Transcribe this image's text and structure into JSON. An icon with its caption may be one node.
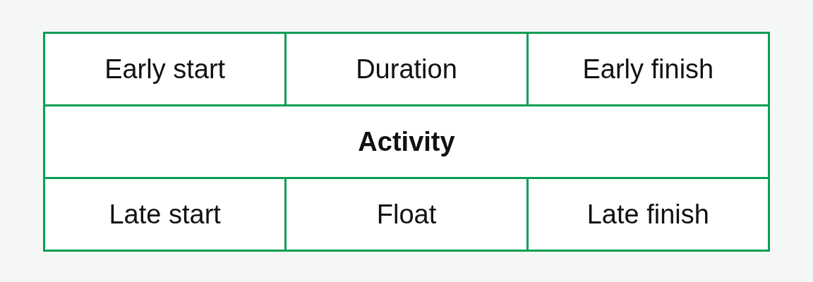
{
  "diagram": {
    "labels": [
      "Early start",
      "Duration",
      "Early finish",
      "Activity",
      "Late start",
      "Float",
      "Late finish"
    ]
  }
}
